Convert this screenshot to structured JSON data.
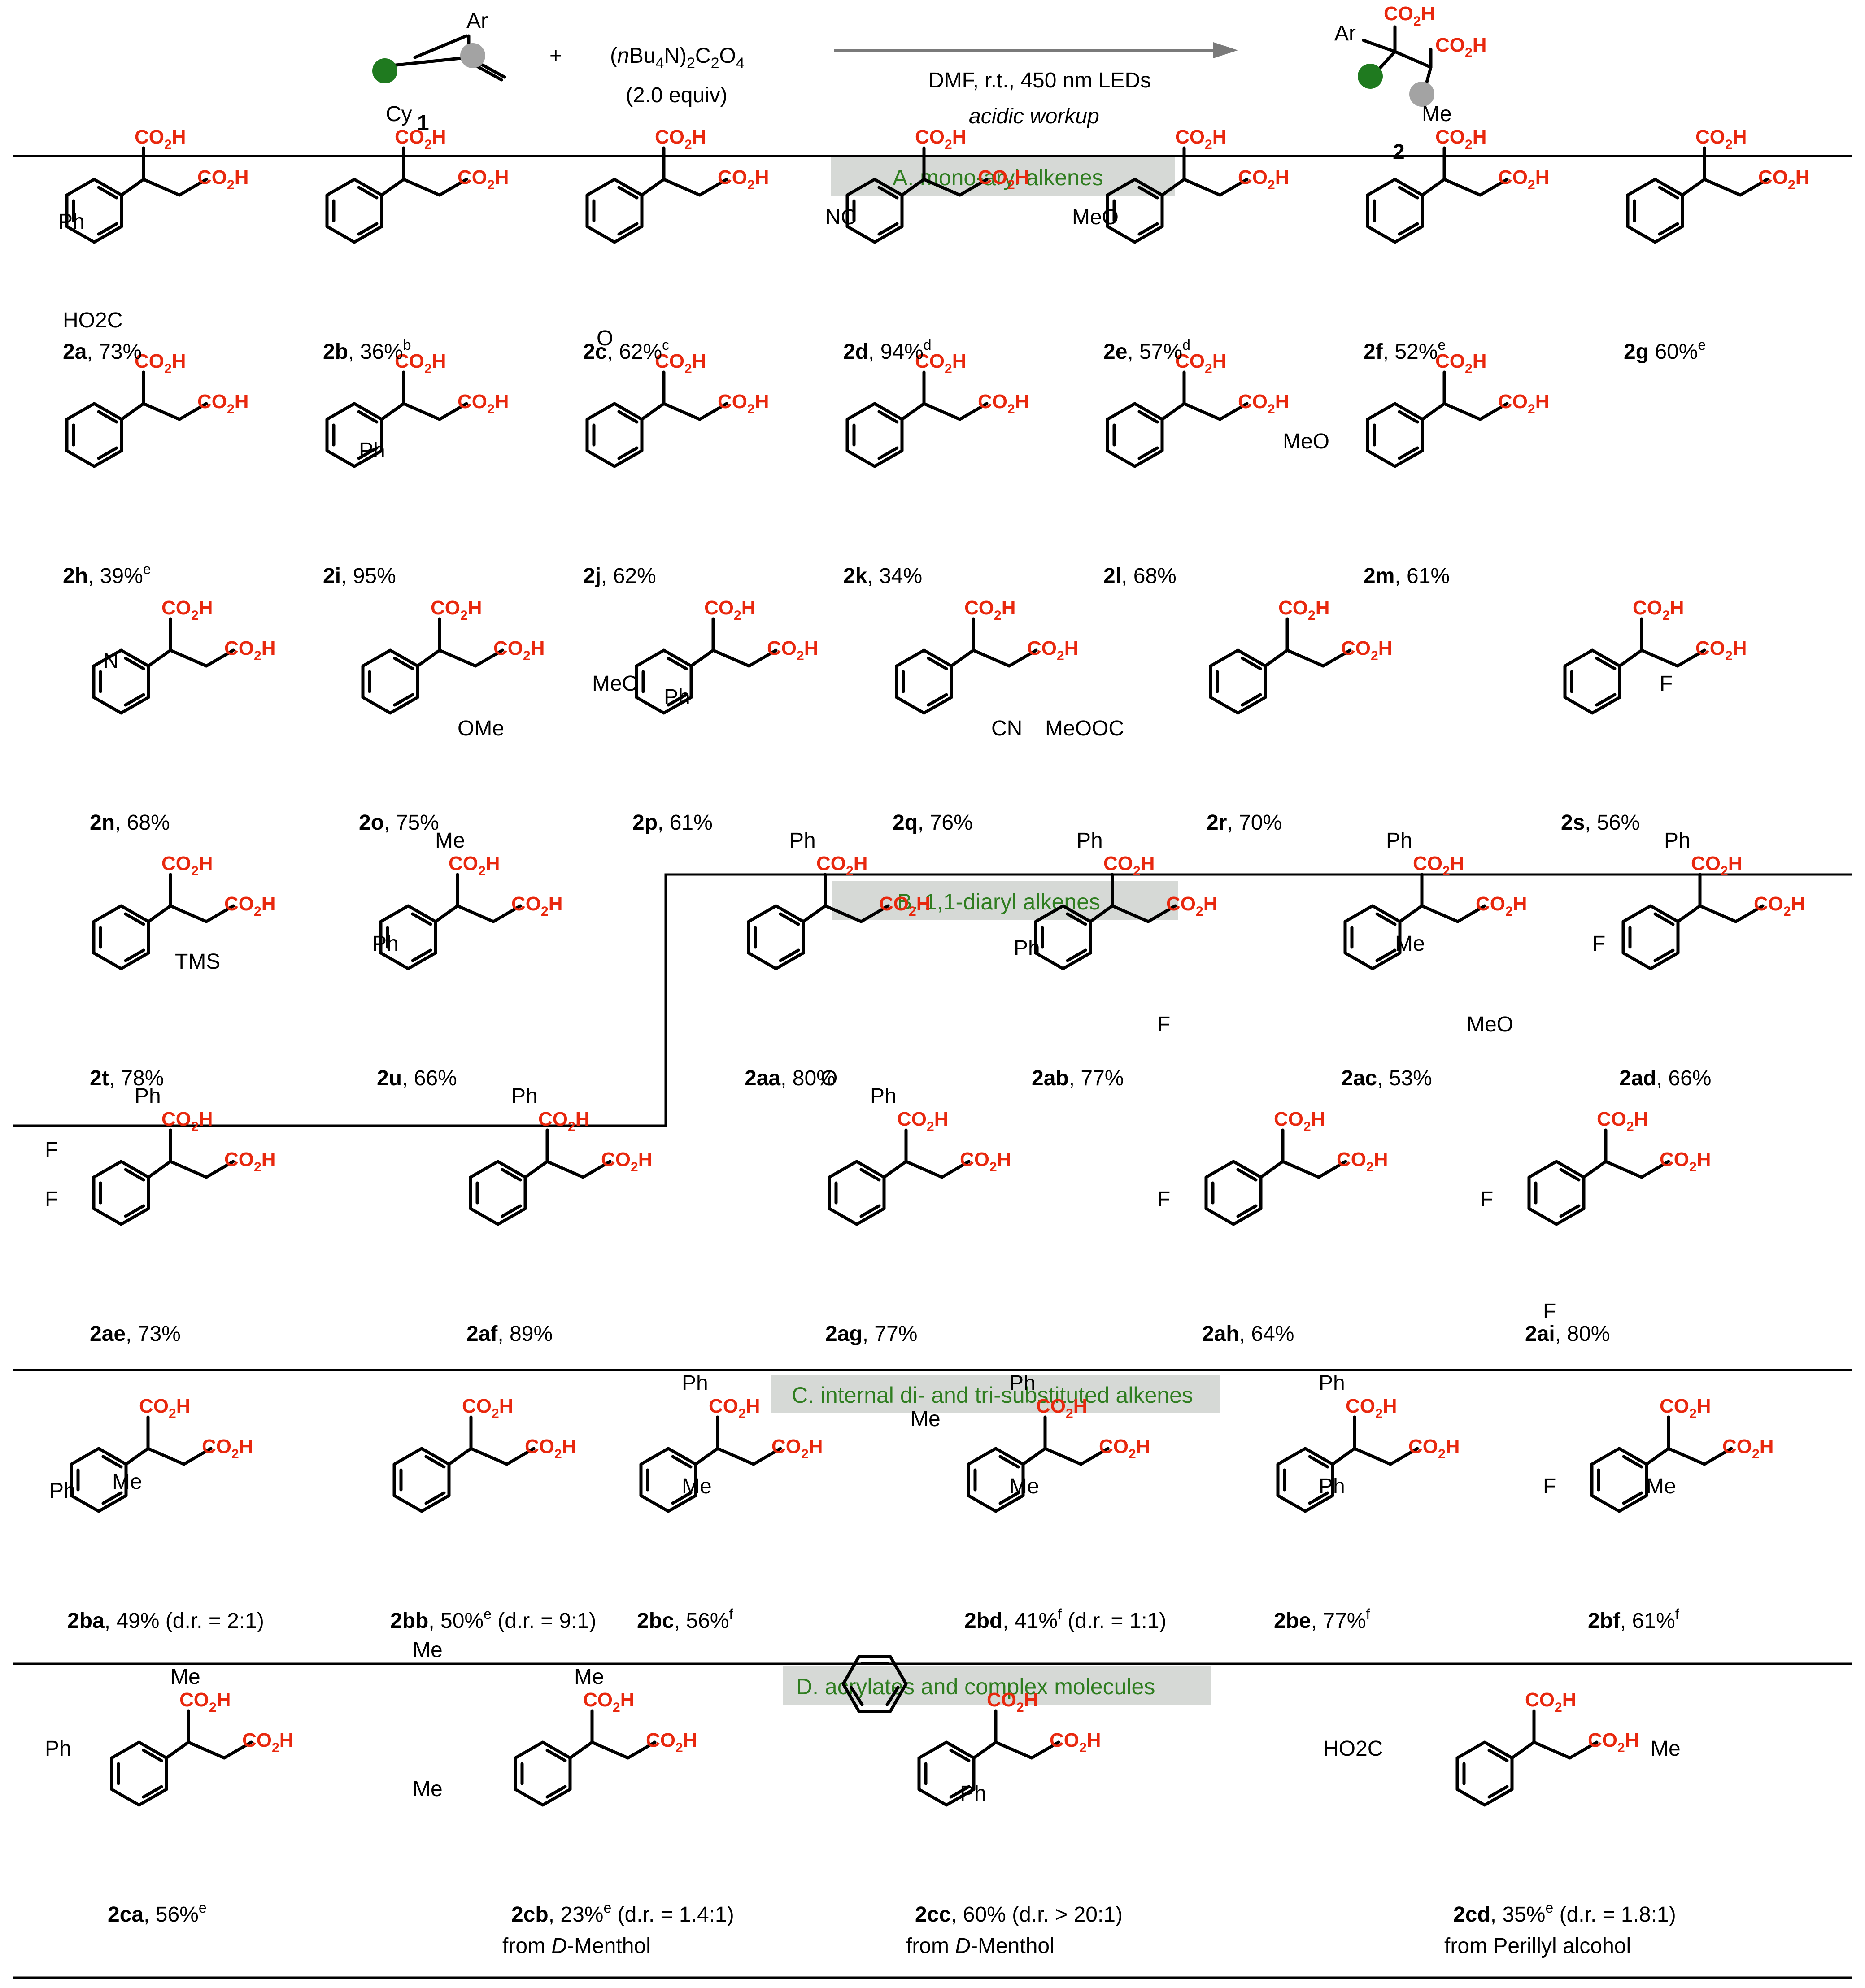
{
  "scheme": {
    "reactant_label": "1",
    "product_label": "2",
    "reactant_ar": "Ar",
    "reagent_prefix": "n",
    "reagent_main": "Bu4N)2C2O4",
    "reagent_equiv": "(2.0 equiv)",
    "plus": "+",
    "conditions_line1": "DMF, r.t., 450 nm LEDs",
    "conditions_line2": "acidic workup",
    "product_ar": "Ar",
    "colors": {
      "accent_green": "#2f7d20",
      "dot_green": "#1f7a1f",
      "dot_gray": "#a3a3a3",
      "acid_red": "#e8280e",
      "header_bg": "#d6d9d6"
    }
  },
  "sections": [
    {
      "id": "A",
      "title": "A.  mono-aryl alkenes"
    },
    {
      "id": "B",
      "title": "B. 1,1-diaryl alkenes"
    },
    {
      "id": "C",
      "title": "C. internal di- and tri-substituted alkenes"
    },
    {
      "id": "D",
      "title": "D. acrylates and complex molecules"
    }
  ],
  "substituent_text": {
    "co2h": "CO2H",
    "ph": "Ph",
    "cy": "Cy",
    "me": "Me",
    "meo": "MeO",
    "ome": "OMe",
    "nc": "NC",
    "cn": "CN",
    "f": "F",
    "tms": "TMS",
    "o": "O",
    "n": "N",
    "meooc": "MeOOC",
    "ho2c": "HO2C"
  },
  "compounds": [
    {
      "id": "2a",
      "text": ",  73%"
    },
    {
      "id": "2b",
      "text": ", 36%b"
    },
    {
      "id": "2c",
      "text": ",  62%c"
    },
    {
      "id": "2d",
      "text": ",  94%d"
    },
    {
      "id": "2e",
      "text": ",  57%d"
    },
    {
      "id": "2f",
      "text": ", 52%e"
    },
    {
      "id": "2g",
      "text": " 60%e"
    },
    {
      "id": "2h",
      "text": ", 39%e"
    },
    {
      "id": "2i",
      "text": ", 95%"
    },
    {
      "id": "2j",
      "text": ", 62%"
    },
    {
      "id": "2k",
      "text": ", 34%"
    },
    {
      "id": "2l",
      "text": ", 68%"
    },
    {
      "id": "2m",
      "text": ", 61%"
    },
    {
      "id": "2n",
      "text": ", 68%"
    },
    {
      "id": "2o",
      "text": ", 75%"
    },
    {
      "id": "2p",
      "text": ", 61%"
    },
    {
      "id": "2q",
      "text": ", 76%"
    },
    {
      "id": "2r",
      "text": ", 70%"
    },
    {
      "id": "2s",
      "text": ", 56%"
    },
    {
      "id": "2t",
      "text": ", 78%"
    },
    {
      "id": "2u",
      "text": ", 66%"
    },
    {
      "id": "2aa",
      "text": ", 80%"
    },
    {
      "id": "2ab",
      "text": ", 77%"
    },
    {
      "id": "2ac",
      "text": ", 53%"
    },
    {
      "id": "2ad",
      "text": ", 66%"
    },
    {
      "id": "2ae",
      "text": ", 73%"
    },
    {
      "id": "2af",
      "text": ", 89%"
    },
    {
      "id": "2ag",
      "text": ", 77%"
    },
    {
      "id": "2ah",
      "text": ", 64%"
    },
    {
      "id": "2ai",
      "text": ", 80%"
    },
    {
      "id": "2ba",
      "text": ", 49% (d.r. = 2:1)"
    },
    {
      "id": "2bb",
      "text": ", 50%e (d.r. = 9:1)"
    },
    {
      "id": "2bc",
      "text": ", 56%f"
    },
    {
      "id": "2bd",
      "text": ", 41%f (d.r. = 1:1)"
    },
    {
      "id": "2be",
      "text": ",  77%f"
    },
    {
      "id": "2bf",
      "text": ", 61%f"
    },
    {
      "id": "2ca",
      "text": ", 56%e"
    },
    {
      "id": "2cb",
      "text": ", 23%e (d.r. = 1.4:1)",
      "source_prefix": "from ",
      "source_italic": "D",
      "source_rest": "-Menthol"
    },
    {
      "id": "2cc",
      "text": ", 60% (d.r. > 20:1)",
      "source_prefix": "from ",
      "source_italic": "D",
      "source_rest": "-Menthol"
    },
    {
      "id": "2cd",
      "text": ", 35%e (d.r. = 1.8:1)",
      "source_prefix": "from Perillyl alcohol"
    }
  ]
}
